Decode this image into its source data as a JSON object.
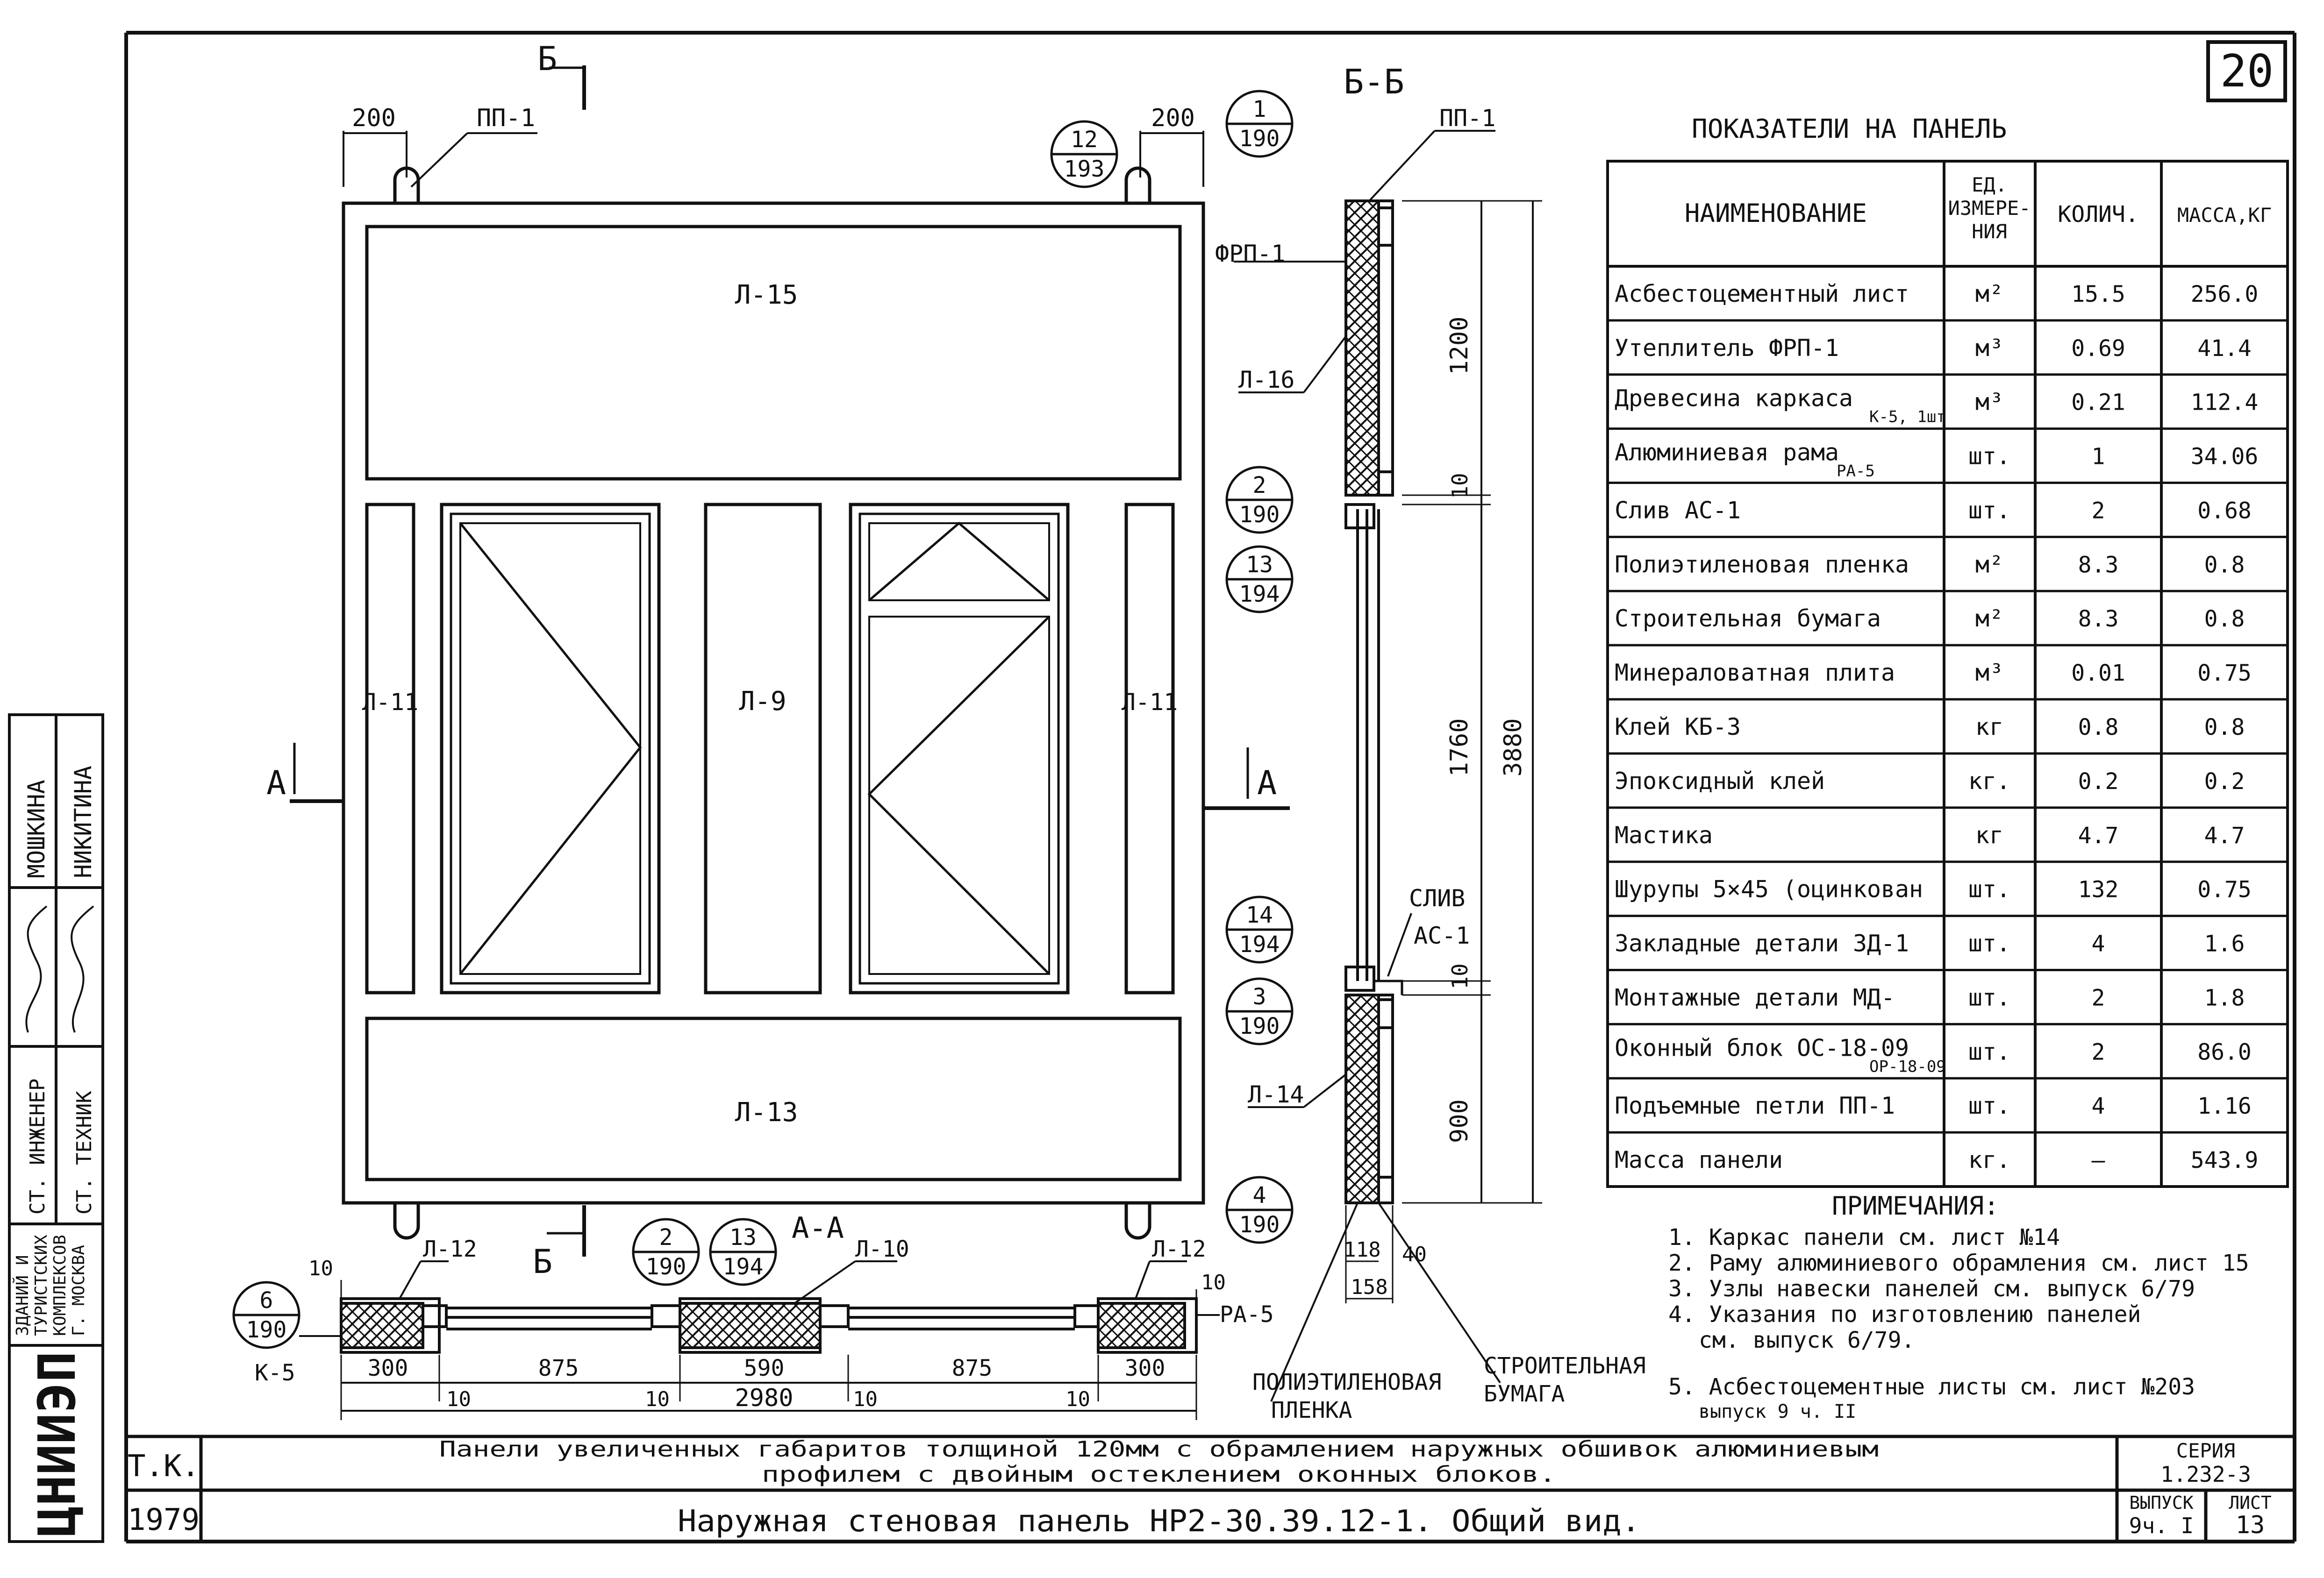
{
  "sheet_number": "20",
  "elevation": {
    "section_mark": "Б",
    "dim_left": "200",
    "dim_right": "200",
    "loop_label": "ПП-1",
    "ref_12_193": {
      "top": "12",
      "bottom": "193"
    },
    "panel_labels": {
      "top": "Л-15",
      "left": "Л-11",
      "center": "Л-9",
      "right": "Л-11",
      "bottom": "Л-13"
    },
    "cut_label": "А"
  },
  "section_bb": {
    "title": "Б-Б",
    "pp_label": "ПП-1",
    "frp_label": "ФРП-1",
    "l16_label": "Л-16",
    "l14_label": "Л-14",
    "sliv_label": "СЛИВ",
    "ac_label": "АС-1",
    "dim_1200": "1200",
    "dim_10a": "10",
    "dim_1760": "1760",
    "dim_10b": "10",
    "dim_900": "900",
    "dim_3880": "3880",
    "dim_118": "118",
    "dim_158": "158",
    "dim_40": "40",
    "label_polyethylene_1": "ПОЛИЭТИЛЕНОВАЯ",
    "label_polyethylene_2": "ПЛЕНКА",
    "label_paper_1": "СТРОИТЕЛЬНАЯ",
    "label_paper_2": "БУМАГА"
  },
  "refs": {
    "r1": {
      "top": "1",
      "bottom": "190"
    },
    "r2": {
      "top": "2",
      "bottom": "190"
    },
    "r13": {
      "top": "13",
      "bottom": "194"
    },
    "r14": {
      "top": "14",
      "bottom": "194"
    },
    "r3": {
      "top": "3",
      "bottom": "190"
    },
    "r4": {
      "top": "4",
      "bottom": "190"
    },
    "r6": {
      "top": "6",
      "bottom": "190"
    },
    "r2b": {
      "top": "2",
      "bottom": "190"
    },
    "r13b": {
      "top": "13",
      "bottom": "194"
    }
  },
  "plan_aa": {
    "title": "А-А",
    "l12_left": "Л-12",
    "l12_right": "Л-12",
    "l10": "Л-10",
    "k5": "К-5",
    "ra5": "РА-5",
    "d10_top_left": "10",
    "d10_top_right": "10",
    "dims": [
      "300",
      "875",
      "590",
      "875",
      "300"
    ],
    "small_dims": [
      "10",
      "10",
      "10",
      "10"
    ],
    "total": "2980",
    "cut_b": "Б"
  },
  "indicators": {
    "title": "ПОКАЗАТЕЛИ НА ПАНЕЛЬ",
    "headers": {
      "name": "НАИМЕНОВАНИЕ",
      "unit_1": "ЕД.",
      "unit_2": "ИЗМЕРЕ-",
      "unit_3": "НИЯ",
      "qty": "КОЛИЧ.",
      "mass": "МАССА,КГ"
    },
    "rows": [
      {
        "name": "Асбестоцементный лист",
        "sub": "",
        "unit": "м²",
        "qty": "15.5",
        "mass": "256.0"
      },
      {
        "name": "Утеплитель ФРП-1",
        "sub": "",
        "unit": "м³",
        "qty": "0.69",
        "mass": "41.4"
      },
      {
        "name": "Древесина каркаса",
        "sub": "К-5, 1шт",
        "unit": "м³",
        "qty": "0.21",
        "mass": "112.4"
      },
      {
        "name": "Алюминиевая рама",
        "sub": "РА-5",
        "unit": "шт.",
        "qty": "1",
        "mass": "34.06"
      },
      {
        "name": "Слив АС-1",
        "sub": "",
        "unit": "шт.",
        "qty": "2",
        "mass": "0.68"
      },
      {
        "name": "Полиэтиленовая пленка",
        "sub": "",
        "unit": "м²",
        "qty": "8.3",
        "mass": "0.8"
      },
      {
        "name": "Строительная бумага",
        "sub": "",
        "unit": "м²",
        "qty": "8.3",
        "mass": "0.8"
      },
      {
        "name": "Минераловатная плита",
        "sub": "",
        "unit": "м³",
        "qty": "0.01",
        "mass": "0.75"
      },
      {
        "name": "Клей КБ-3",
        "sub": "",
        "unit": "кг",
        "qty": "0.8",
        "mass": "0.8"
      },
      {
        "name": "Эпоксидный клей",
        "sub": "",
        "unit": "кг.",
        "qty": "0.2",
        "mass": "0.2"
      },
      {
        "name": "Мастика",
        "sub": "",
        "unit": "кг",
        "qty": "4.7",
        "mass": "4.7"
      },
      {
        "name": "Шурупы 5×45 (оцинкован",
        "sub": "",
        "unit": "шт.",
        "qty": "132",
        "mass": "0.75"
      },
      {
        "name": "Закладные детали ЗД-1",
        "sub": "",
        "unit": "шт.",
        "qty": "4",
        "mass": "1.6"
      },
      {
        "name": "Монтажные детали МД-",
        "sub": "",
        "unit": "шт.",
        "qty": "2",
        "mass": "1.8"
      },
      {
        "name": "Оконный блок ОС-18-09",
        "sub": "ОР-18-09",
        "unit": "шт.",
        "qty": "2",
        "mass": "86.0"
      },
      {
        "name": "Подъемные петли ПП-1",
        "sub": "",
        "unit": "шт.",
        "qty": "4",
        "mass": "1.16"
      },
      {
        "name": "Масса панели",
        "sub": "",
        "unit": "кг.",
        "qty": "—",
        "mass": "543.9"
      }
    ]
  },
  "notes": {
    "title": "ПРИМЕЧАНИЯ:",
    "items": [
      "1. Каркас панели см. лист №14",
      "2. Раму алюминиевого обрамления см. лист 15",
      "3. Узлы навески панелей см. выпуск 6/79",
      "4. Указания по изготовлению панелей",
      "см. выпуск 6/79.",
      "5. Асбестоцементные листы см. лист №203",
      "выпуск 9 ч. II"
    ]
  },
  "title_block": {
    "tk": "Т.К.",
    "year": "1979",
    "line1": "Панели увеличенных габаритов толщиной 120мм с обрамлением наружных обшивок алюминиевым",
    "line2": "профилем с двойным остеклением оконных блоков.",
    "main_title": "Наружная стеновая панель НР2-30.39.12-1. Общий вид.",
    "series_label": "СЕРИЯ",
    "series_value": "1.232-3",
    "issue_label": "ВЫПУСК",
    "issue_value": "9ч. I",
    "sheet_label": "ЛИСТ",
    "sheet_value": "13"
  },
  "side_stamp": {
    "org_1": "ЗДАНИЙ И",
    "org_2": "ТУРИСТСКИХ",
    "org_3": "КОМПЛЕКСОВ",
    "org_4": "Г. МОСКВА",
    "role_1": "СТ. ИНЖЕНЕР",
    "role_2": "СТ. ТЕХНИК",
    "name_1": "МОШКИНА",
    "name_2": "НИКИТИНА",
    "logo": "ЦНИИЭП"
  }
}
